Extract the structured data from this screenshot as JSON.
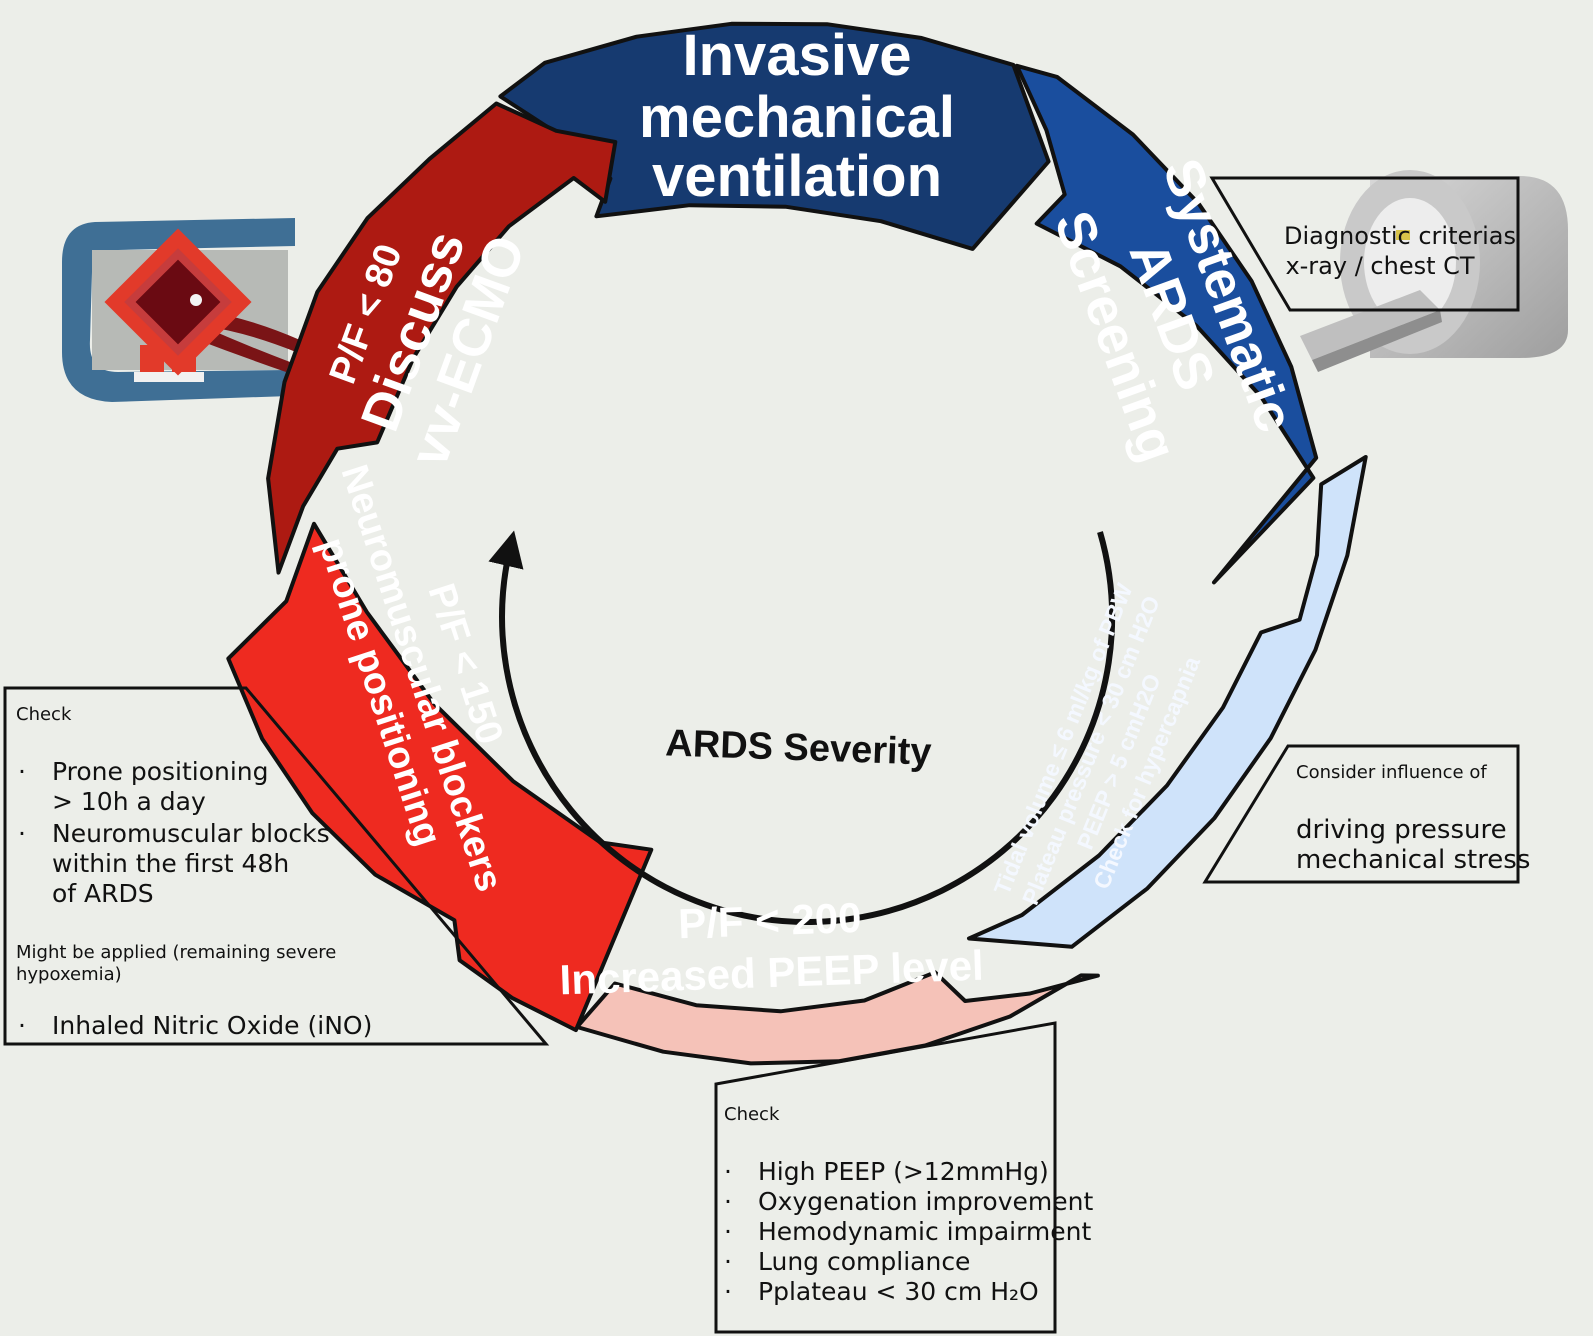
{
  "center": {
    "label": "ARDS Severity"
  },
  "segments": {
    "imv": {
      "lines": [
        "Invasive",
        "mechanical",
        "ventilation"
      ],
      "color": "#163a70"
    },
    "screening": {
      "lines": [
        "Systematic",
        "ARDS",
        "Screening"
      ],
      "color": "#1a4e9e"
    },
    "lung_protective": {
      "lines": [
        "Tidal volume ≤ 6 ml/kg of PBW",
        "Plateau pressure < 30 cm H2O",
        "PEEP > 5 cmH2O",
        "Check for hypercapnia"
      ],
      "color": "#cfe3fa"
    },
    "peep": {
      "lines": [
        "P/F < 200",
        "Increased PEEP level"
      ],
      "color": "#f5c2b8"
    },
    "prone": {
      "lines": [
        "P/F < 150",
        "Neuromuscular blockers",
        "prone positioning"
      ],
      "color": "#ee2a20"
    },
    "ecmo": {
      "lines": [
        "P/F < 80",
        "Discuss",
        "vv-ECMO"
      ],
      "color": "#ad1a12"
    }
  },
  "callouts": {
    "diagnostic": {
      "lines": [
        "Diagnostic criterias",
        "x-ray / chest CT"
      ]
    },
    "driving": {
      "heading": "Consider influence of",
      "lines": [
        "driving pressure",
        "mechanical stress"
      ]
    },
    "peep_check": {
      "heading": "Check",
      "items": [
        "High PEEP (>12mmHg)",
        "Oxygenation improvement",
        "Hemodynamic impairment",
        "Lung compliance",
        "Pplateau < 30 cm H₂O"
      ]
    },
    "prone_check": {
      "heading": "Check",
      "items": [
        [
          "Prone positioning",
          "> 10h a day"
        ],
        [
          "Neuromuscular blocks",
          "within the first 48h",
          "of ARDS"
        ]
      ],
      "note": [
        "Might be applied  (remaining severe",
        "hypoxemia)"
      ],
      "extra": [
        "Inhaled Nitric Oxide (iNO)"
      ]
    }
  },
  "icons": [
    "ecmo-machine-icon",
    "ct-scanner-icon"
  ]
}
